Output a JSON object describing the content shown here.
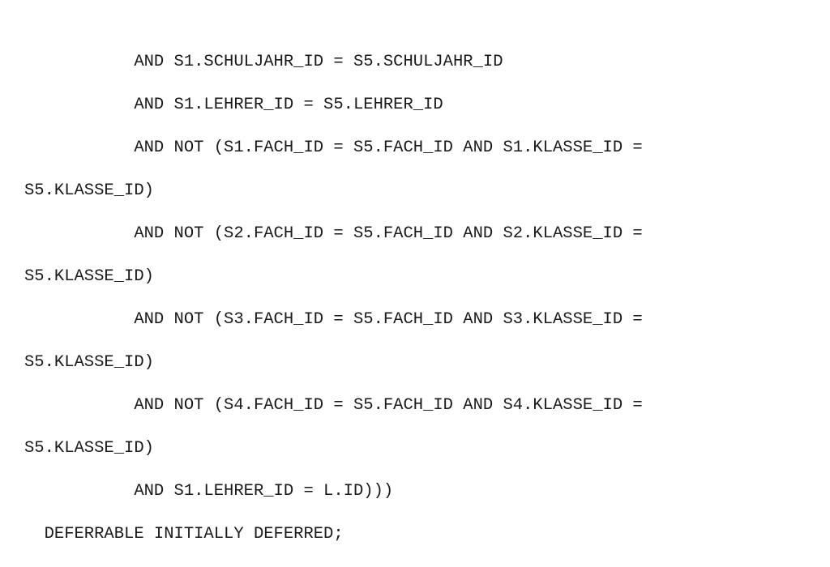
{
  "code": {
    "lines": [
      "           AND S1.SCHULJAHR_ID = S5.SCHULJAHR_ID",
      "           AND S1.LEHRER_ID = S5.LEHRER_ID",
      "           AND NOT (S1.FACH_ID = S5.FACH_ID AND S1.KLASSE_ID =",
      "S5.KLASSE_ID)",
      "           AND NOT (S2.FACH_ID = S5.FACH_ID AND S2.KLASSE_ID =",
      "S5.KLASSE_ID)",
      "           AND NOT (S3.FACH_ID = S5.FACH_ID AND S3.KLASSE_ID =",
      "S5.KLASSE_ID)",
      "           AND NOT (S4.FACH_ID = S5.FACH_ID AND S4.KLASSE_ID =",
      "S5.KLASSE_ID)",
      "           AND S1.LEHRER_ID = L.ID)))",
      "  DEFERRABLE INITIALLY DEFERRED;"
    ]
  }
}
